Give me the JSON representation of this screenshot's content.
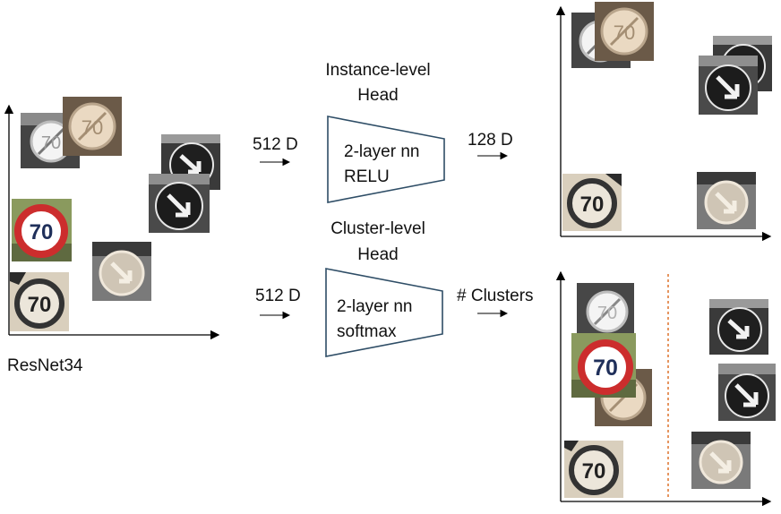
{
  "colors": {
    "axis": "#000000",
    "trapezoid_stroke": "#2e4d66",
    "divider": "#e07b39",
    "speed_ring": "#cc2d2d",
    "speed_text": "#1f2f5a"
  },
  "backbone": {
    "label": "ResNet34"
  },
  "instance_head": {
    "title_line1": "Instance-level",
    "title_line2": "Head",
    "box_line1": "2-layer nn",
    "box_line2": "RELU",
    "input_label": "512 D",
    "output_label": "128 D"
  },
  "cluster_head": {
    "title_line1": "Cluster-level",
    "title_line2": "Head",
    "box_line1": "2-layer nn",
    "box_line2": "softmax",
    "input_label": "512 D",
    "output_label": "# Clusters"
  },
  "sign_text": "70",
  "icons": {
    "sign_speed_limit": "speed-limit-70-icon",
    "sign_derestriction": "derestriction-70-icon",
    "sign_keep_right": "keep-right-arrow-icon"
  }
}
